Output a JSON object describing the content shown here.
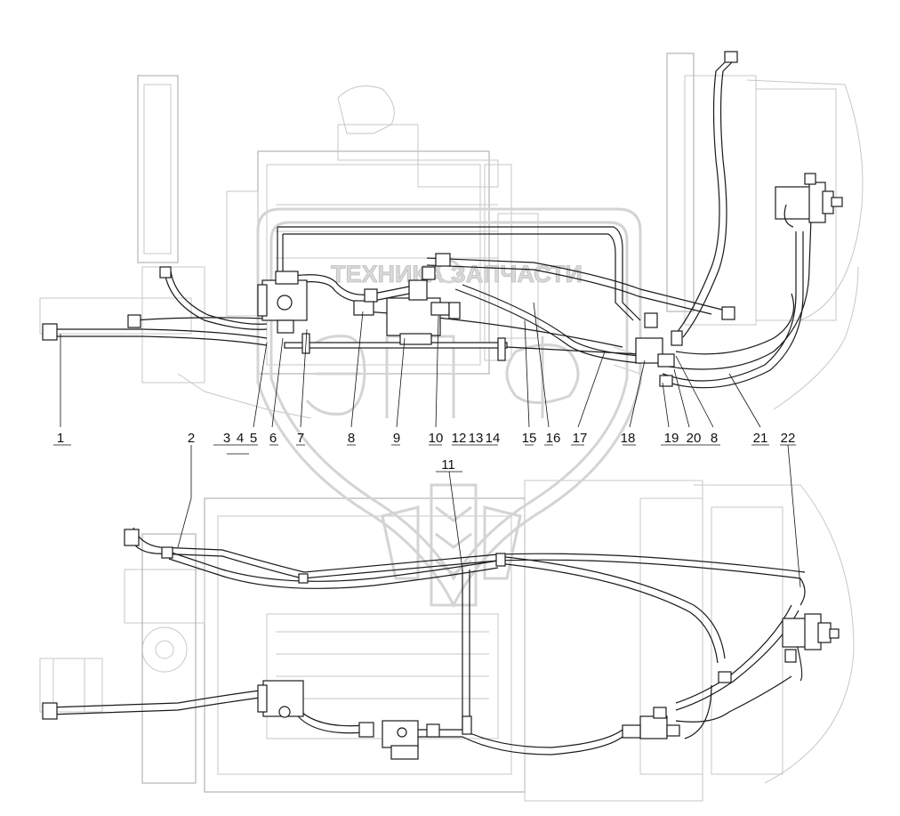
{
  "diagram": {
    "watermark_text": "ТЕХНИКА ЗАПЧАСТИ",
    "watermark_logo": "ЭПФ",
    "callouts": [
      "1",
      "2",
      "3",
      "4",
      "5",
      "6",
      "7",
      "8",
      "9",
      "10",
      "11",
      "12",
      "13",
      "14",
      "15",
      "16",
      "17",
      "18",
      "19",
      "20",
      "8",
      "21",
      "22"
    ]
  },
  "colors": {
    "line": "#1a1a1a",
    "background_engine": "#c7c7c7",
    "watermark": "#d4d4d4"
  }
}
